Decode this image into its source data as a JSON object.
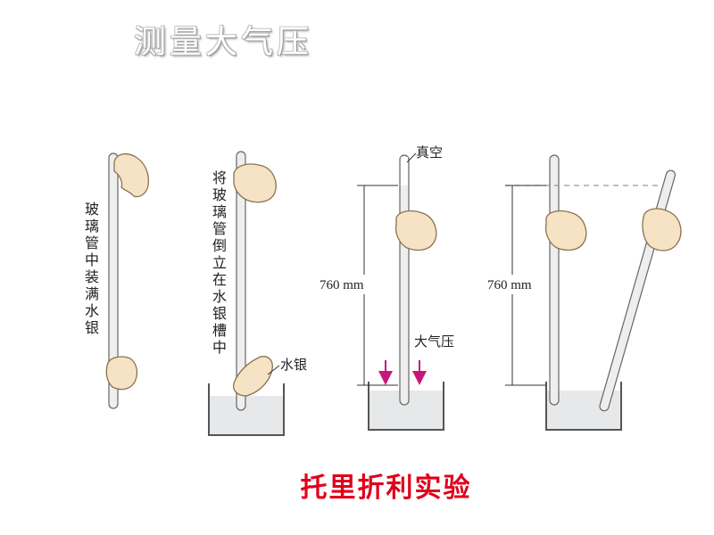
{
  "slide": {
    "title": "测量大气压",
    "caption": "托里折利实验",
    "caption_color": "#e0001b"
  },
  "steps": {
    "step1_label": "玻璃管中装满水银",
    "step2_label": "将玻璃管倒立在水银槽中",
    "mercury_label": "水银",
    "vacuum_label": "真空",
    "pressure_label": "大气压",
    "height_label_a": "760 mm",
    "height_label_b": "760 mm"
  },
  "colors": {
    "arrow": "#c8177a",
    "hand_fill": "#f6e2c4",
    "hand_stroke": "#8a7350",
    "tube_fill": "#eeeeee",
    "mercury_fill": "#e6e8ea",
    "dim_line": "#333333"
  }
}
